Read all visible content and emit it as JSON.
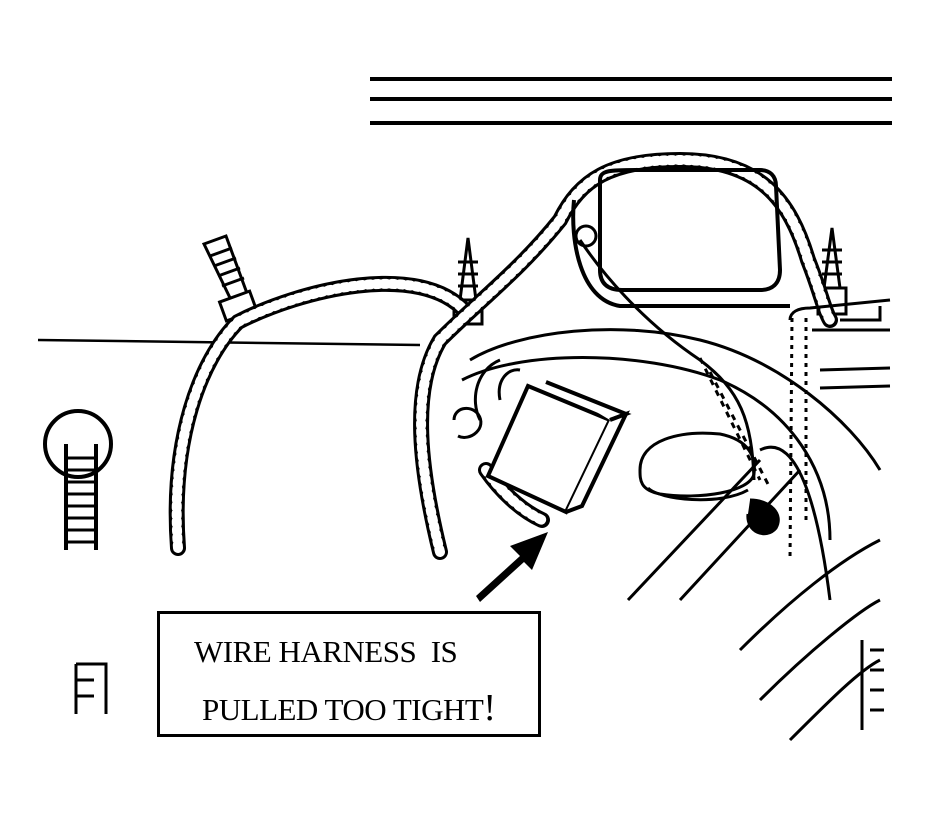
{
  "callout": {
    "line1": "WIRE HARNESS  IS",
    "line2": "PULLED TOO TIGHT",
    "emphasis": "!"
  },
  "colors": {
    "ink": "#000000",
    "paper": "#ffffff"
  },
  "icons": [
    "arrow-pointer",
    "screw",
    "wire-loom",
    "grommet"
  ]
}
